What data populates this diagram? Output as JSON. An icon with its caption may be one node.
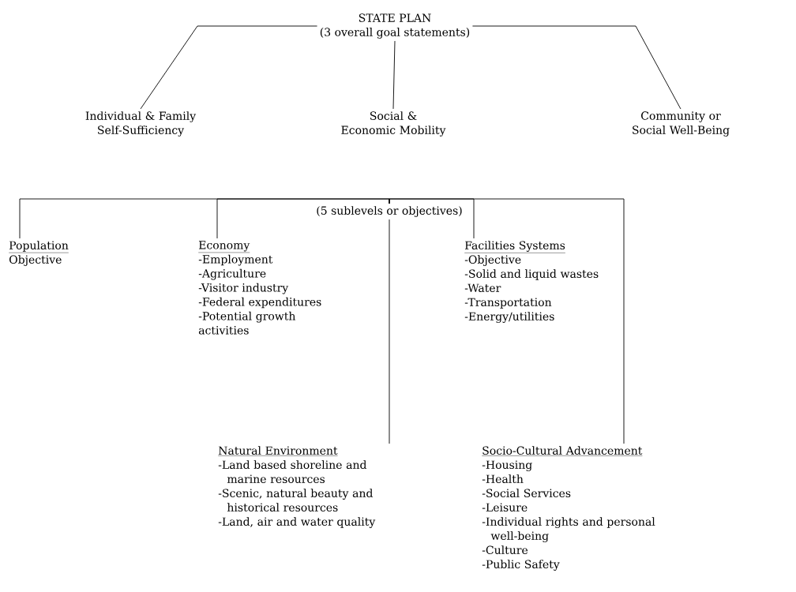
{
  "diagram": {
    "nodes": [
      {
        "text": [
          "STATE PLAN",
          "(3 overall goal statements)"
        ]
      },
      {
        "text": [
          "Individual & Family Self-Sufficiency"
        ]
      },
      {
        "text": [
          "Social & Economic Mobility"
        ]
      },
      {
        "text": [
          "Community or Social Well-Being"
        ]
      },
      {
        "text": [
          "(5 sublevels or objectives)"
        ]
      },
      {
        "text": [
          "Population",
          "Objective"
        ]
      },
      {
        "text": [
          "Economy",
          "-Employment",
          "-Agriculture",
          "-Visitor industry",
          "-Federal expenditures",
          "-Potential growth activities"
        ]
      },
      {
        "text": [
          "Facilities Systems",
          "-Objective",
          "-Solid and liquid wastes",
          "-Water",
          "-Transportation",
          "-Energy/utilities"
        ]
      },
      {
        "text": [
          "Natural Environment",
          "-Land based shoreline and marine resources",
          "-Scenic, natural beauty and historical resources",
          "-Land, air and water quality"
        ]
      },
      {
        "text": [
          "Socio-Cultural Advancement",
          "-Housing",
          "-Health",
          "-Social Services",
          "-Leisure",
          "-Individual rights and personal well-being",
          "-Culture",
          "-Public Safety"
        ]
      }
    ],
    "edges": [
      {
        "from": 0,
        "to": 1,
        "arrow": "none"
      },
      {
        "from": 0,
        "to": 2,
        "arrow": "none"
      },
      {
        "from": 0,
        "to": 3,
        "arrow": "none"
      },
      {
        "from": 4,
        "to": 5,
        "arrow": "none"
      },
      {
        "from": 4,
        "to": 6,
        "arrow": "none"
      },
      {
        "from": 4,
        "to": 7,
        "arrow": "none"
      },
      {
        "from": 4,
        "to": 8,
        "arrow": "none"
      },
      {
        "from": 4,
        "to": 9,
        "arrow": "none"
      }
    ]
  }
}
